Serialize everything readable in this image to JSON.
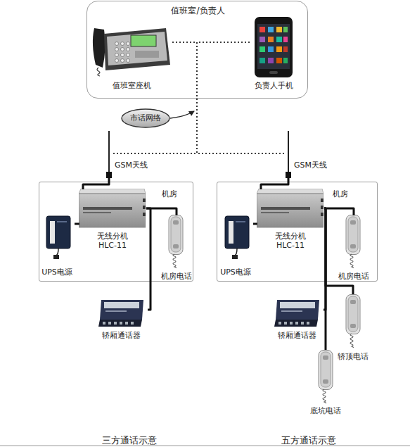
{
  "diagram": {
    "nodes": [
      {
        "text": [
          "值班室/负责人"
        ]
      },
      {
        "text": [
          "值班室座机"
        ],
        "in": 0
      },
      {
        "text": [
          "负责人手机"
        ],
        "in": 0
      },
      {
        "text": [
          "市话网络"
        ]
      },
      {
        "text": [
          "GSM天线"
        ]
      },
      {
        "text": [
          "机房"
        ]
      },
      {
        "text": [
          "无线分机 HLC-11"
        ],
        "in": 5
      },
      {
        "text": [
          "UPS电源"
        ],
        "in": 5
      },
      {
        "text": [
          "机房电话"
        ],
        "in": 5
      },
      {
        "text": [
          "轿厢通话器"
        ]
      },
      {
        "text": [
          "GSM天线"
        ]
      },
      {
        "text": [
          "机房"
        ]
      },
      {
        "text": [
          "无线分机 HLC-11"
        ],
        "in": 11
      },
      {
        "text": [
          "UPS电源"
        ],
        "in": 11
      },
      {
        "text": [
          "机房电话"
        ],
        "in": 11
      },
      {
        "text": [
          "轿厢通话器"
        ]
      },
      {
        "text": [
          "轿顶电话"
        ]
      },
      {
        "text": [
          "底坑电话"
        ]
      }
    ],
    "edges": [
      {
        "from": 1,
        "to": 4,
        "arrow": "none"
      },
      {
        "from": 1,
        "to": 10,
        "arrow": "none"
      },
      {
        "from": 2,
        "to": 4,
        "arrow": "none"
      },
      {
        "from": 2,
        "to": 10,
        "arrow": "none"
      },
      {
        "from": 4,
        "to": 6,
        "arrow": "none"
      },
      {
        "from": 6,
        "to": 7,
        "arrow": "none"
      },
      {
        "from": 6,
        "to": 8,
        "arrow": "none"
      },
      {
        "from": 6,
        "to": 9,
        "arrow": "none"
      },
      {
        "from": 10,
        "to": 12,
        "arrow": "none"
      },
      {
        "from": 12,
        "to": 13,
        "arrow": "none"
      },
      {
        "from": 12,
        "to": 14,
        "arrow": "none"
      },
      {
        "from": 12,
        "to": 15,
        "arrow": "none"
      },
      {
        "from": 12,
        "to": 16,
        "arrow": "none"
      },
      {
        "from": 12,
        "to": 17,
        "arrow": "none"
      }
    ],
    "labels": [
      "三方通话示意",
      "五方通话示意"
    ]
  }
}
